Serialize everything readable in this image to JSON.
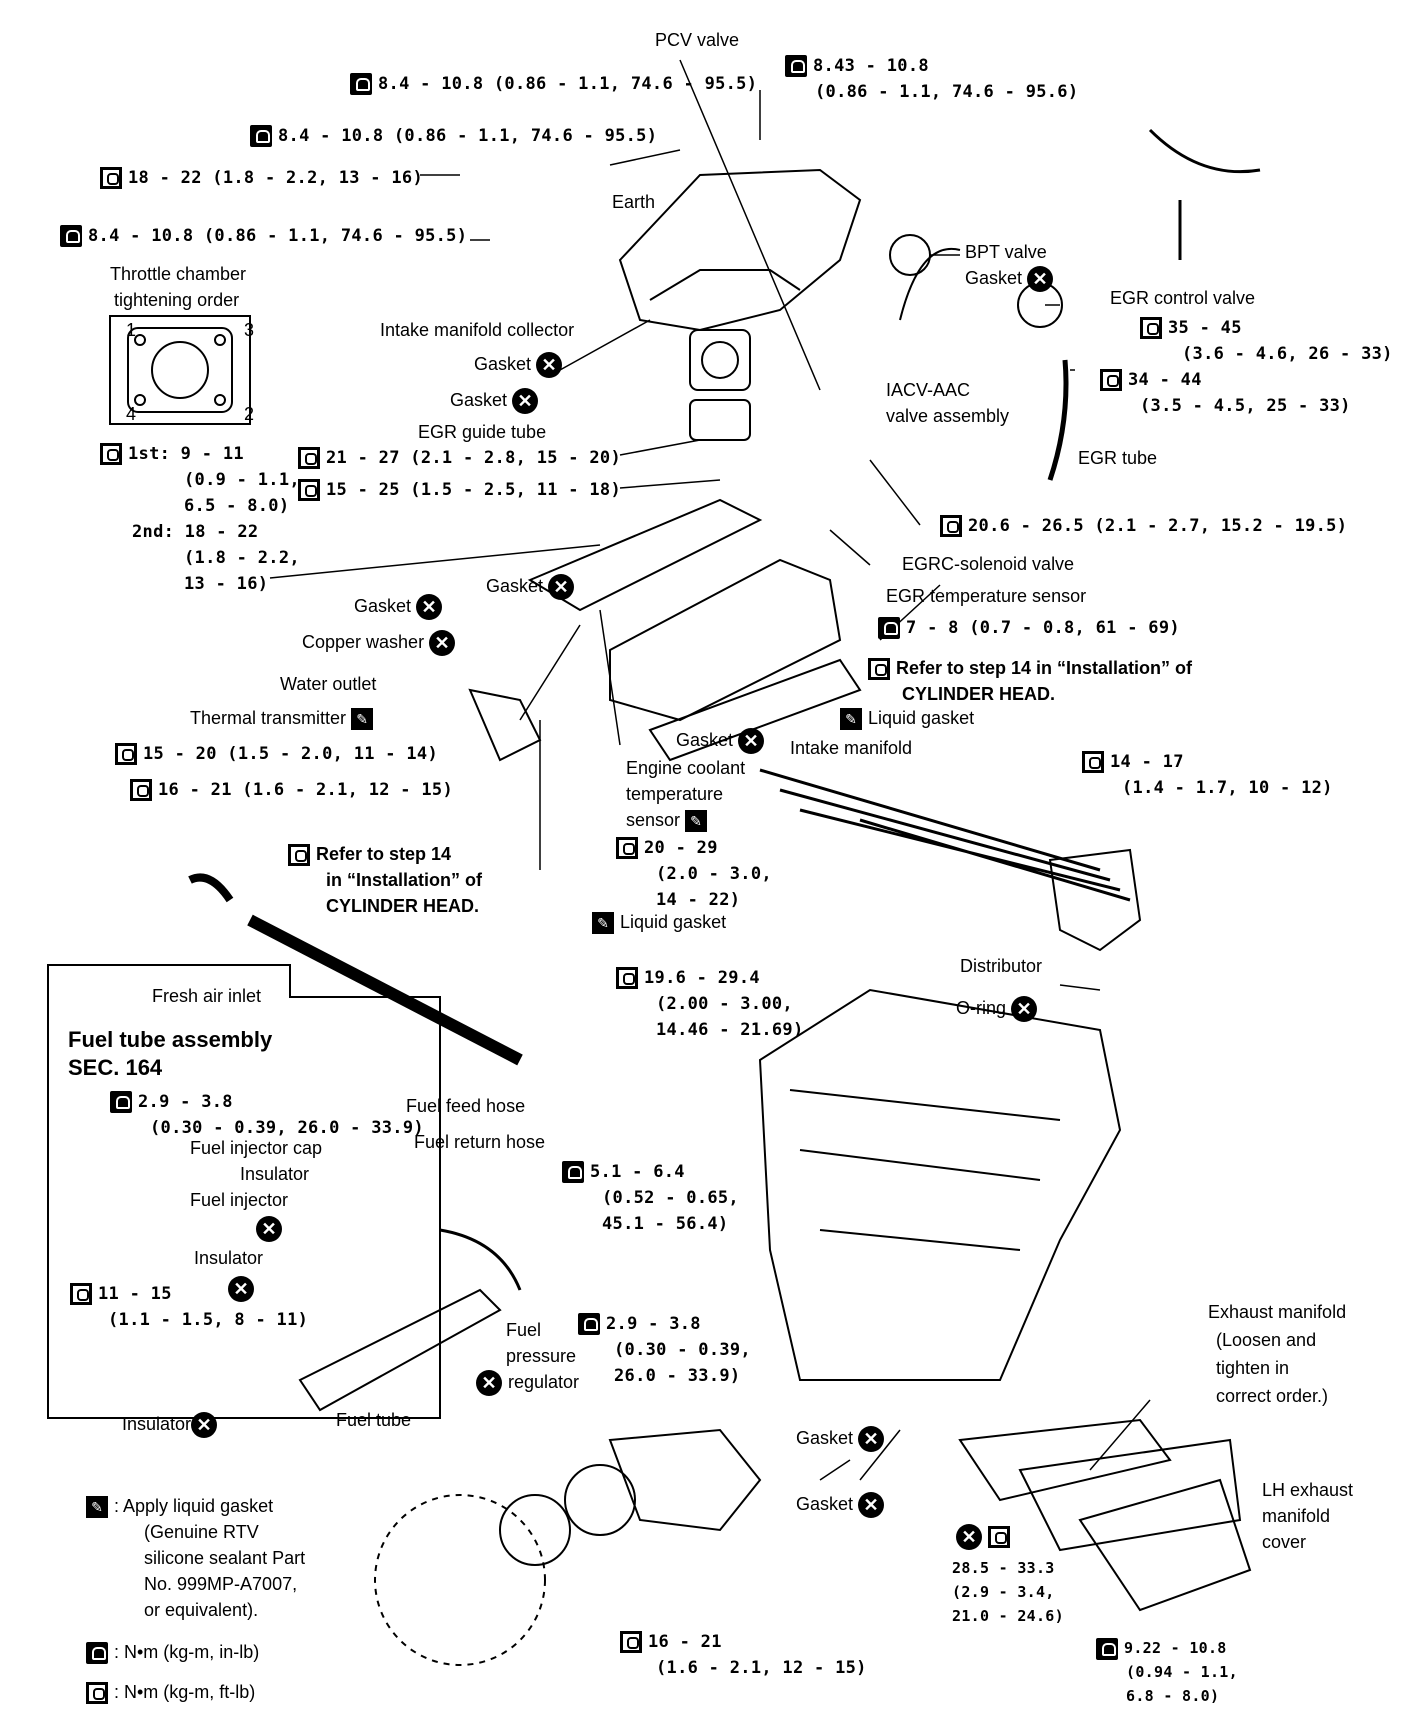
{
  "labels": {
    "pcv_valve": "PCV valve",
    "t1": "8.4 - 10.8 (0.86 - 1.1, 74.6 - 95.5)",
    "t2": "8.43 - 10.8",
    "t2b": "(0.86 - 1.1, 74.6 - 95.6)",
    "t3": "8.4 - 10.8 (0.86 - 1.1, 74.6 - 95.5)",
    "t4": "18 - 22 (1.8 - 2.2, 13 - 16)",
    "earth": "Earth",
    "t5": "8.4 - 10.8 (0.86 - 1.1, 74.6 - 95.5)",
    "bpt_valve": "BPT valve",
    "gasket": "Gasket",
    "egr_control_valve": "EGR control valve",
    "throttle_chamber": "Throttle chamber",
    "tightening_order": "tightening order",
    "intake_collector": "Intake manifold collector",
    "t6": "35 - 45",
    "t6b": "(3.6 - 4.6, 26 - 33)",
    "t7": "34 - 44",
    "t7b": "(3.5 - 4.5, 25 - 33)",
    "iacv": "IACV-AAC",
    "iacv2": "valve assembly",
    "egr_guide_tube": "EGR guide tube",
    "egr_tube": "EGR tube",
    "first": "1st: 9 - 11",
    "first2": "(0.9 - 1.1,",
    "first3": "6.5 - 8.0)",
    "second": "2nd: 18 - 22",
    "second2": "(1.8 - 2.2,",
    "second3": "13 - 16)",
    "t8": "21 - 27 (2.1 - 2.8, 15 - 20)",
    "t9": "15 - 25 (1.5 - 2.5, 11 - 18)",
    "t10": "20.6 - 26.5 (2.1 - 2.7, 15.2 - 19.5)",
    "egrc_solenoid": "EGRC-solenoid valve",
    "egr_temp_sensor": "EGR temperature sensor",
    "copper_washer": "Copper washer",
    "t11": "7 - 8 (0.7 - 0.8, 61 - 69)",
    "refer_step": "Refer to step 14 in “Installation” of",
    "cyl_head": "CYLINDER HEAD.",
    "water_outlet": "Water outlet",
    "thermal_tx": "Thermal transmitter",
    "liquid_gasket": "Liquid gasket",
    "intake_manifold": "Intake manifold",
    "t12": "15 - 20 (1.5 - 2.0, 11 - 14)",
    "t13": "16 - 21 (1.6 - 2.1, 12 - 15)",
    "ect1": "Engine coolant",
    "ect2": "temperature",
    "ect3": "sensor",
    "t14": "14 - 17",
    "t14b": "(1.4 - 1.7, 10 - 12)",
    "refer2a": "Refer to step 14",
    "refer2b": "in “Installation” of",
    "refer2c": "CYLINDER HEAD.",
    "t15": "20 - 29",
    "t15b": "(2.0 - 3.0,",
    "t15c": "14 - 22)",
    "distributor": "Distributor",
    "fresh_air": "Fresh air inlet",
    "t16": "19.6 - 29.4",
    "t16b": "(2.00 - 3.00,",
    "t16c": "14.46 - 21.69)",
    "o_ring": "O-ring",
    "fuel_title1": "Fuel tube assembly",
    "fuel_title2": "SEC. 164",
    "t17": "2.9 - 3.8",
    "t17b": "(0.30 - 0.39, 26.0 - 33.9)",
    "fuel_feed": "Fuel feed hose",
    "fuel_inj_cap": "Fuel injector cap",
    "fuel_return": "Fuel return hose",
    "insulator": "Insulator",
    "t18": "5.1 - 6.4",
    "t18b": "(0.52 - 0.65,",
    "t18c": "45.1 - 56.4)",
    "fuel_injector": "Fuel injector",
    "t19": "11 - 15",
    "t19b": "(1.1 - 1.5, 8 - 11)",
    "fuel": "Fuel",
    "pressure": "pressure",
    "regulator": "regulator",
    "t20": "2.9 - 3.8",
    "t20b": "(0.30 - 0.39,",
    "t20c": "26.0 - 33.9)",
    "fuel_tube": "Fuel tube",
    "exh1": "Exhaust manifold",
    "exh2": "(Loosen and",
    "exh3": "tighten in",
    "exh4": "correct order.)",
    "lh1": "LH exhaust",
    "lh2": "manifold",
    "lh3": "cover",
    "t21": "28.5 - 33.3",
    "t21b": "(2.9 - 3.4,",
    "t21c": "21.0 - 24.6)",
    "t22": "16 - 21",
    "t22b": "(1.6 - 2.1, 12 - 15)",
    "t23": "9.22 - 10.8",
    "t23b": "(0.94 - 1.1,",
    "t23c": "6.8 - 8.0)",
    "legend_lg": ": Apply liquid gasket",
    "legend_lg2": "(Genuine RTV",
    "legend_lg3": "silicone sealant Part",
    "legend_lg4": "No. 999MP-A7007,",
    "legend_lg5": "or equivalent).",
    "legend_in": ": N•m (kg-m, in-lb)",
    "legend_ft": ": N•m (kg-m, ft-lb)",
    "order_1": "1",
    "order_2": "2",
    "order_3": "3",
    "order_4": "4"
  },
  "icons": {
    "in_lb": "torque-in-lb-icon",
    "ft_lb": "torque-ft-lb-icon",
    "replace": "do-not-reuse-icon",
    "liquid_gasket": "liquid-gasket-icon"
  }
}
